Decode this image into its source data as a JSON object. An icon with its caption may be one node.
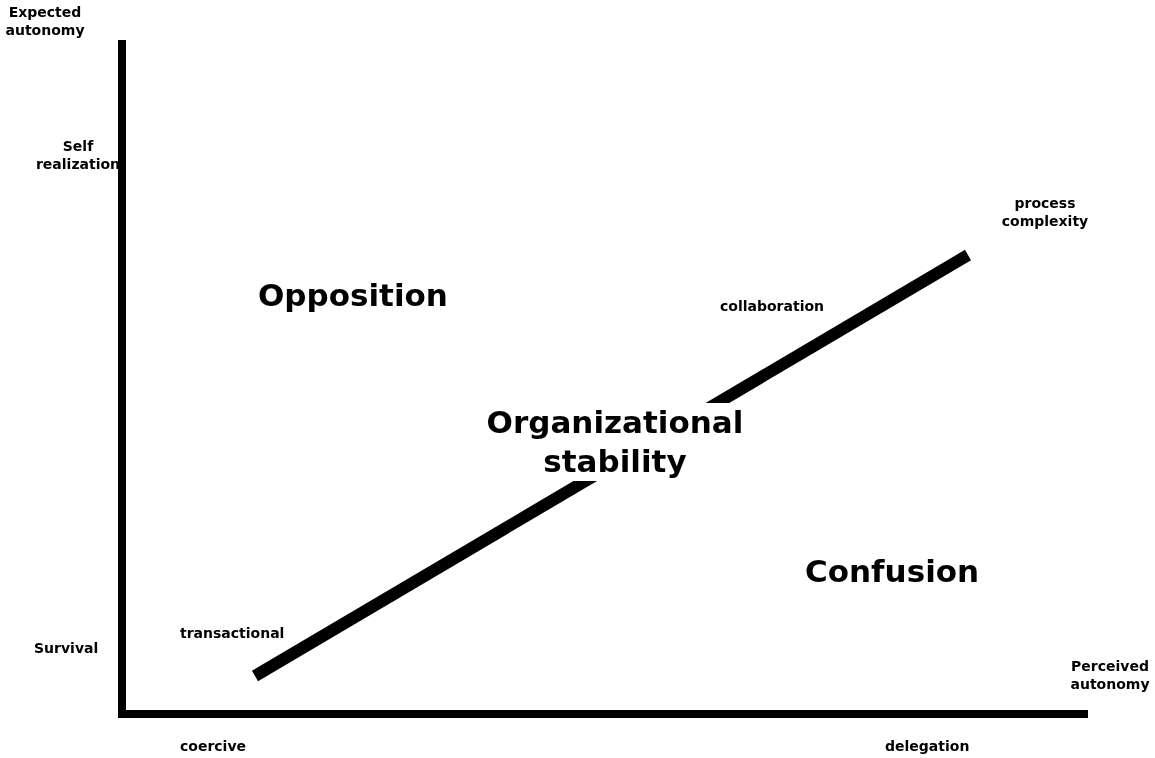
{
  "diagram": {
    "labels": [
      "Expected autonomy",
      "Self realization",
      "process complexity",
      "Opposition",
      "collaboration",
      "Organizational stability",
      "Confusion",
      "transactional",
      "Survival",
      "Perceived autonomy",
      "coercive",
      "delegation"
    ]
  }
}
